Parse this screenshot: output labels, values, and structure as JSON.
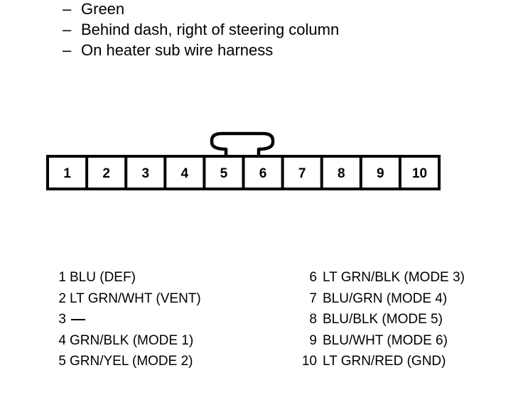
{
  "notes": [
    {
      "dash": "–",
      "text": "Green"
    },
    {
      "dash": "–",
      "text": "Behind dash, right of steering column"
    },
    {
      "dash": "–",
      "text": "On heater sub wire harness"
    }
  ],
  "connector": {
    "cavities": [
      "1",
      "2",
      "3",
      "4",
      "5",
      "6",
      "7",
      "8",
      "9",
      "10"
    ]
  },
  "pins_left": [
    {
      "num": "1",
      "desc": "BLU (DEF)"
    },
    {
      "num": "2",
      "desc": "LT GRN/WHT (VENT)"
    },
    {
      "num": "3",
      "desc": ""
    },
    {
      "num": "4",
      "desc": "GRN/BLK (MODE 1)"
    },
    {
      "num": "5",
      "desc": "GRN/YEL (MODE 2)"
    }
  ],
  "pins_right": [
    {
      "num": "6",
      "desc": "LT GRN/BLK (MODE 3)"
    },
    {
      "num": "7",
      "desc": "BLU/GRN (MODE 4)"
    },
    {
      "num": "8",
      "desc": "BLU/BLK (MODE 5)"
    },
    {
      "num": "9",
      "desc": "BLU/WHT (MODE 6)"
    },
    {
      "num": "10",
      "desc": "LT GRN/RED (GND)"
    }
  ]
}
